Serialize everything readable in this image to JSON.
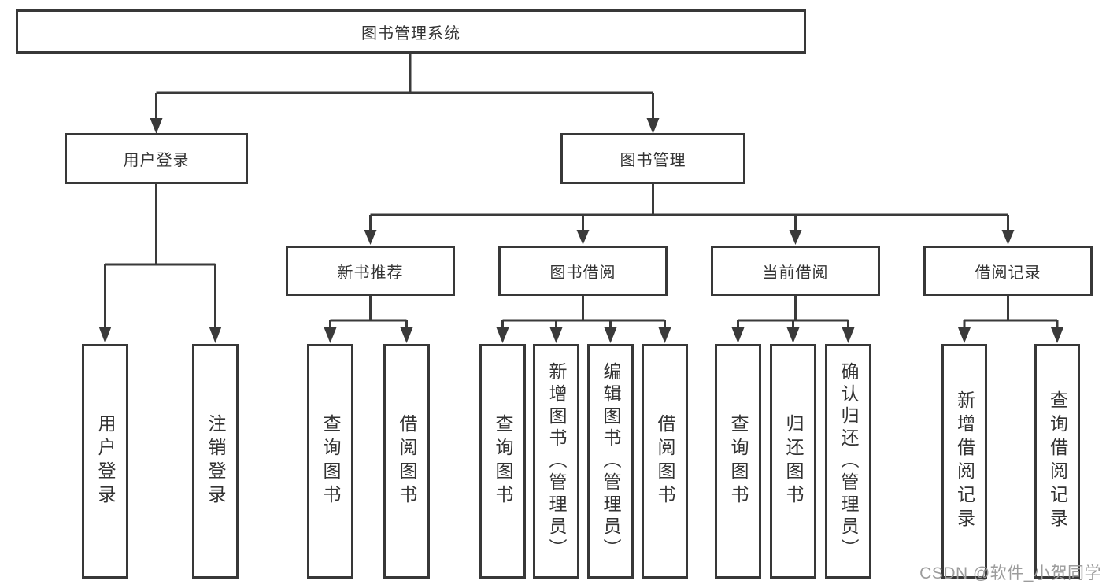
{
  "diagram": {
    "root": {
      "label": "图书管理系统"
    },
    "level2": {
      "user_login": {
        "label": "用户登录"
      },
      "book_management": {
        "label": "图书管理"
      }
    },
    "level3": {
      "new_book_recommend": {
        "label": "新书推荐"
      },
      "book_borrow": {
        "label": "图书借阅"
      },
      "current_borrow": {
        "label": "当前借阅"
      },
      "borrow_records": {
        "label": "借阅记录"
      }
    },
    "leaves": {
      "user_login": {
        "label": "用户登录"
      },
      "logout": {
        "label": "注销登录"
      },
      "recommend_query_books": {
        "label": "查询图书"
      },
      "recommend_borrow_books": {
        "label": "借阅图书"
      },
      "borrow_query_books": {
        "label": "查询图书"
      },
      "add_books_admin": {
        "label": "新增图书（管理员）"
      },
      "edit_books_admin": {
        "label": "编辑图书（管理员）"
      },
      "borrow_books": {
        "label": "借阅图书"
      },
      "current_query_books": {
        "label": "查询图书"
      },
      "return_books": {
        "label": "归还图书"
      },
      "confirm_return_admin": {
        "label": "确认归还（管理员）"
      },
      "add_borrow_record": {
        "label": "新增借阅记录"
      },
      "query_borrow_record": {
        "label": "查询借阅记录"
      }
    }
  },
  "watermark": {
    "text": "CSDN @软件_小贺同学"
  },
  "colors": {
    "line": "#3a3a3a",
    "box_border": "#383838",
    "text": "#333333",
    "watermark": "#9c9c9c",
    "background": "#ffffff"
  }
}
